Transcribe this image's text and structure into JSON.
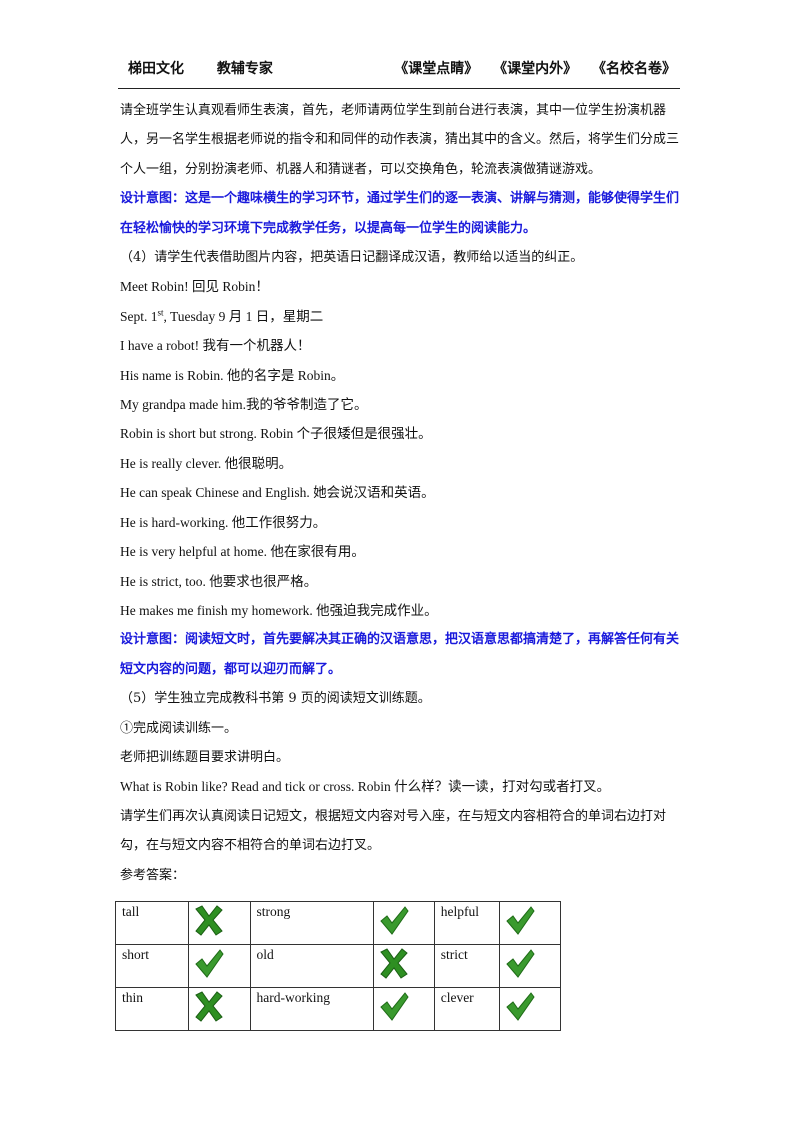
{
  "header": {
    "left": [
      "梯田文化",
      "教辅专家"
    ],
    "right": [
      "《课堂点睛》",
      "《课堂内外》",
      "《名校名卷》"
    ]
  },
  "paragraphs": {
    "intro": "请全班学生认真观看师生表演，首先，老师请两位学生到前台进行表演，其中一位学生扮演机器人，另一名学生根据老师说的指令和和同伴的动作表演，猜出其中的含义。然后，将学生们分成三个人一组，分别扮演老师、机器人和猜谜者，可以交换角色，轮流表演做猜谜游戏。",
    "design1": "设计意图：这是一个趣味横生的学习环节，通过学生们的逐一表演、讲解与猜测，能够使得学生们在轻松愉快的学习环境下完成教学任务，以提高每一位学生的阅读能力。",
    "step4": "（4）请学生代表借助图片内容，把英语日记翻译成汉语，教师给以适当的纠正。",
    "diary": [
      "Meet Robin!  回见 Robin！",
      "Sept. 1",
      "I  have  a  robot!  我有一个机器人！",
      "His  name  is  Robin.  他的名字是 Robin。",
      "My  grandpa  made  him.我的爷爷制造了它。",
      "Robin  is  short  but  strong.   Robin 个子很矮但是很强壮。",
      "He  is  really  clever.  他很聪明。",
      "He  can  speak  Chinese  and  English.   她会说汉语和英语。",
      "He  is  hard-working.    他工作很努力。",
      "He  is  very  helpful  at  home.    他在家很有用。",
      "He  is  strict,  too.   他要求也很严格。",
      "He  makes  me  finish  my  homework.     他强迫我完成作业。"
    ],
    "date_sup": "st",
    "date_rest": ", Tuesday    9 月 1 日，星期二",
    "design2": "设计意图：阅读短文时，首先要解决其正确的汉语意思，把汉语意思都搞清楚了，再解答任何有关短文内容的问题，都可以迎刃而解了。",
    "step5": "（5）学生独立完成教科书第 9 页的阅读短文训练题。",
    "train1": "①完成阅读训练一。",
    "teacher": "老师把训练题目要求讲明白。",
    "question": "What  is  Robin  like?  Read  and  tick  or  cross.  Robin 什么样？读一读，打对勾或者打叉。",
    "instruction": "请学生们再次认真阅读日记短文，根据短文内容对号入座，在与短文内容相符合的单词右边打对勾，在与短文内容不相符合的单词右边打叉。",
    "answer_label": "参考答案："
  },
  "answers": [
    [
      {
        "word": "tall",
        "mark": "cross"
      },
      {
        "word": "strong",
        "mark": "tick"
      },
      {
        "word": "helpful",
        "mark": "tick"
      }
    ],
    [
      {
        "word": "short",
        "mark": "tick"
      },
      {
        "word": "old",
        "mark": "cross"
      },
      {
        "word": "strict",
        "mark": "tick"
      }
    ],
    [
      {
        "word": "thin",
        "mark": "cross"
      },
      {
        "word": "hard-working",
        "mark": "tick"
      },
      {
        "word": "clever",
        "mark": "tick"
      }
    ]
  ],
  "colors": {
    "design_text": "#1a1adc",
    "tick": "#3a9a2e",
    "cross": "#2e8f22"
  }
}
